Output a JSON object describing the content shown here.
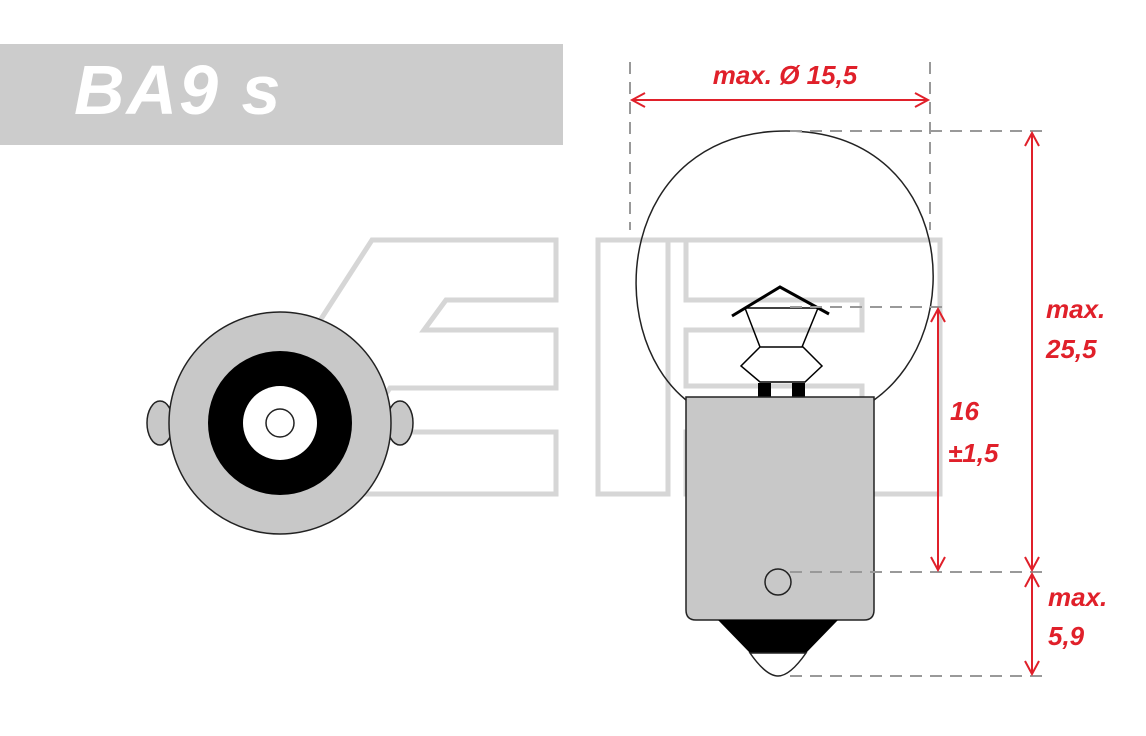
{
  "title": "BA9 s",
  "watermark_logo": "AEB",
  "colors": {
    "dimension": "#e0202a",
    "banner": "#cccccc",
    "base": "#c8c8c8"
  },
  "dimensions": {
    "diameter": "max. Ø 15,5",
    "total_length_label": "max.",
    "total_length_value": "25,5",
    "light_center_value": "16",
    "light_center_tolerance": "±1,5",
    "pin_length_label": "max.",
    "pin_length_value": "5,9"
  }
}
